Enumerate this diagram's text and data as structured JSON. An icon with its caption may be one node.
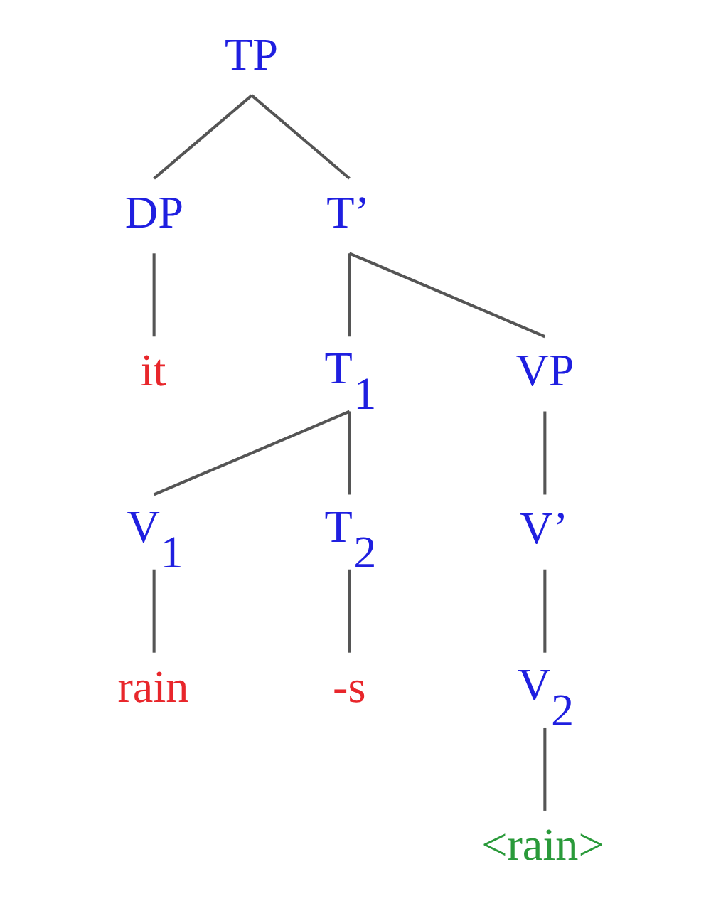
{
  "diagram": {
    "nodes": [
      {
        "text": [
          "TP"
        ]
      },
      {
        "text": [
          "DP"
        ]
      },
      {
        "text": [
          "T’"
        ]
      },
      {
        "text": [
          "it"
        ]
      },
      {
        "text": [
          "T$_{1}$"
        ]
      },
      {
        "text": [
          "VP"
        ]
      },
      {
        "text": [
          "V$_{1}$"
        ]
      },
      {
        "text": [
          "T$_{2}$"
        ]
      },
      {
        "text": [
          "V’"
        ]
      },
      {
        "text": [
          "rain"
        ]
      },
      {
        "text": [
          "-s"
        ]
      },
      {
        "text": [
          "V$_{2}$"
        ]
      },
      {
        "text": [
          "<rain>"
        ]
      }
    ],
    "edges": [
      {
        "from": 0,
        "to": 1,
        "arrow": "none"
      },
      {
        "from": 0,
        "to": 2,
        "arrow": "none"
      },
      {
        "from": 1,
        "to": 3,
        "arrow": "none"
      },
      {
        "from": 2,
        "to": 4,
        "arrow": "none"
      },
      {
        "from": 2,
        "to": 5,
        "arrow": "none"
      },
      {
        "from": 4,
        "to": 6,
        "arrow": "none"
      },
      {
        "from": 4,
        "to": 7,
        "arrow": "none"
      },
      {
        "from": 5,
        "to": 8,
        "arrow": "none"
      },
      {
        "from": 6,
        "to": 9,
        "arrow": "none"
      },
      {
        "from": 7,
        "to": 10,
        "arrow": "none"
      },
      {
        "from": 8,
        "to": 11,
        "arrow": "none"
      },
      {
        "from": 11,
        "to": 12,
        "arrow": "none"
      }
    ]
  }
}
